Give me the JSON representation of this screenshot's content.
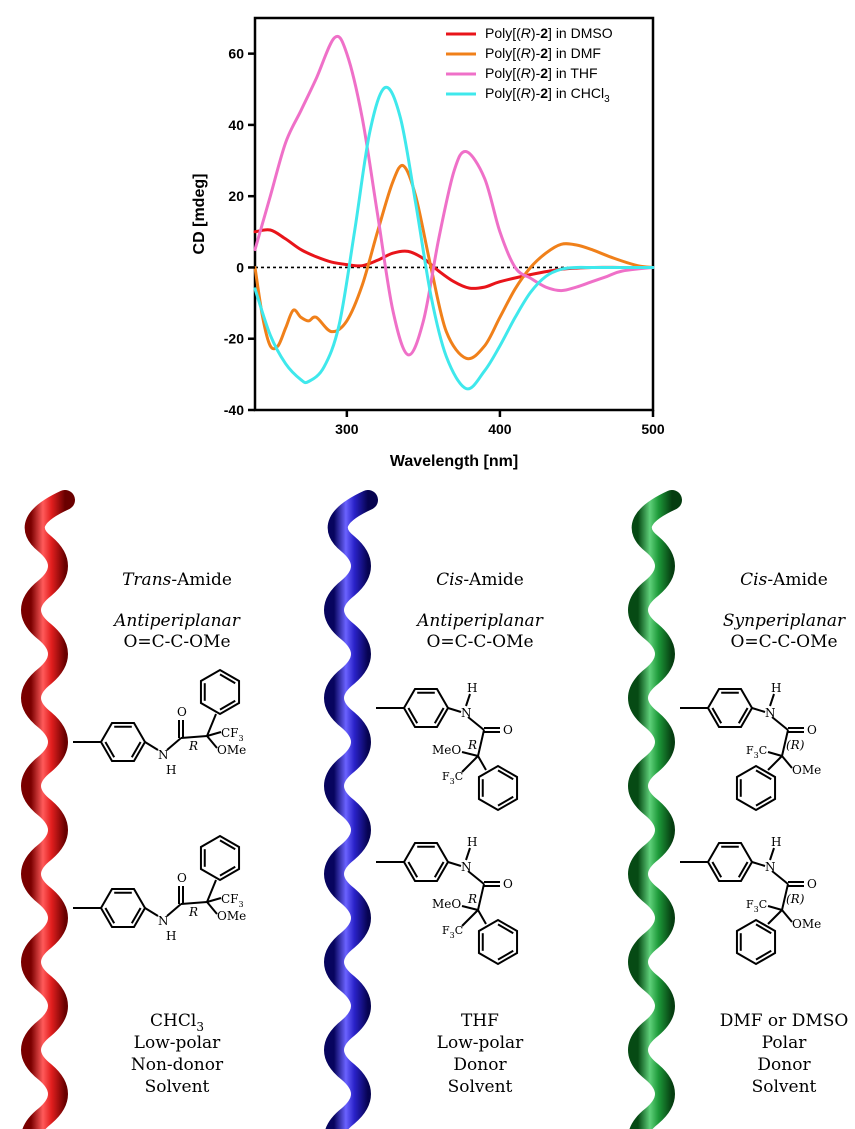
{
  "chart_data": {
    "type": "line",
    "title": "",
    "xlabel": "Wavelength [nm]",
    "ylabel": "CD [mdeg]",
    "xlim": [
      240,
      500
    ],
    "ylim": [
      -40,
      70
    ],
    "xticks": [
      300,
      400,
      500
    ],
    "yticks": [
      -40,
      -20,
      0,
      20,
      40,
      60
    ],
    "xtick_labels": [
      "300",
      "400",
      "500"
    ],
    "ytick_labels": [
      "-40",
      "-20",
      "0",
      "20",
      "40",
      "60"
    ],
    "grid": false,
    "legend_position": "top-right",
    "zero_line": "dotted",
    "series": [
      {
        "name": "DMSO",
        "label_parts": [
          "Poly[(",
          "R",
          ")-",
          "2",
          "] in DMSO"
        ],
        "color": "#e8141a",
        "x": [
          240,
          250,
          260,
          270,
          280,
          290,
          300,
          310,
          320,
          330,
          340,
          350,
          360,
          370,
          380,
          390,
          400,
          420,
          440,
          460,
          480,
          500
        ],
        "y": [
          10,
          10.5,
          8,
          5,
          3,
          1.5,
          0.8,
          0.5,
          2,
          4,
          4.5,
          2.5,
          -1,
          -4,
          -5.8,
          -5.5,
          -4,
          -2,
          -0.5,
          0,
          0,
          0
        ]
      },
      {
        "name": "DMF",
        "label_parts": [
          "Poly[(",
          "R",
          ")-",
          "2",
          "] in DMF"
        ],
        "color": "#f0801a",
        "x": [
          240,
          245,
          250,
          255,
          260,
          265,
          270,
          275,
          280,
          290,
          300,
          310,
          320,
          330,
          337,
          345,
          355,
          365,
          378,
          390,
          400,
          410,
          420,
          430,
          440,
          450,
          460,
          475,
          490,
          500
        ],
        "y": [
          0,
          -14,
          -22,
          -22,
          -17,
          -12,
          -14,
          -15,
          -14,
          -18,
          -15,
          -5,
          10,
          24,
          28.5,
          20,
          0,
          -18,
          -25.5,
          -22,
          -14,
          -6,
          0,
          4,
          6.5,
          6.3,
          5,
          2.5,
          0.5,
          0
        ]
      },
      {
        "name": "THF",
        "label_parts": [
          "Poly[(",
          "R",
          ")-",
          "2",
          "] in THF"
        ],
        "color": "#ef70c8",
        "x": [
          240,
          250,
          260,
          270,
          280,
          292,
          300,
          310,
          320,
          330,
          340,
          350,
          360,
          370,
          378,
          390,
          400,
          410,
          420,
          430,
          440,
          450,
          460,
          470,
          480,
          500
        ],
        "y": [
          5,
          20,
          35,
          44,
          53,
          64.5,
          60,
          42,
          15,
          -12,
          -24.5,
          -15,
          8,
          27,
          32.5,
          25,
          10,
          0,
          -3,
          -5.5,
          -6.5,
          -5.5,
          -4,
          -2.5,
          -1,
          0
        ]
      },
      {
        "name": "CHCl3",
        "label_parts": [
          "Poly[(",
          "R",
          ")-",
          "2",
          "] in CHCl"
        ],
        "label_sub": "3",
        "color": "#3fe8ec",
        "x": [
          240,
          250,
          260,
          270,
          275,
          285,
          295,
          305,
          315,
          325,
          335,
          345,
          355,
          365,
          378,
          390,
          400,
          410,
          420,
          430,
          440,
          450,
          460,
          500
        ],
        "y": [
          -6,
          -19,
          -27,
          -31.5,
          -32,
          -28,
          -16,
          10,
          38,
          50.5,
          42,
          18,
          -8,
          -25,
          -34,
          -29,
          -22,
          -14,
          -7,
          -2.5,
          -0.5,
          0,
          0,
          0
        ]
      }
    ]
  },
  "panels": [
    {
      "helix_color": "#e21f1f",
      "amide": [
        "Trans",
        "-Amide"
      ],
      "conformation": "Antiperiplanar",
      "bond": "O=C-C-OMe",
      "solvent_lines": [
        "CHCl",
        "Low-polar",
        "Non-donor",
        "Solvent"
      ],
      "solvent_sub": "3",
      "labels": {
        "o": "O",
        "n": "N",
        "h": "H",
        "r": "R",
        "cf3": "CF",
        "sub3": "3",
        "ome": "OMe"
      }
    },
    {
      "helix_color": "#2a22c9",
      "amide": [
        "Cis",
        "-Amide"
      ],
      "conformation": "Antiperiplanar",
      "bond": "O=C-C-OMe",
      "solvent_lines": [
        "THF",
        "Low-polar",
        "Donor",
        "Solvent"
      ],
      "labels": {
        "o": "O",
        "n": "N",
        "h": "H",
        "r": "R",
        "f3c": "F",
        "sub3": "3",
        "c": "C",
        "meo": "MeO"
      }
    },
    {
      "helix_color": "#1e9a3a",
      "amide": [
        "Cis",
        "-Amide"
      ],
      "conformation": "Synperiplanar",
      "bond": "O=C-C-OMe",
      "solvent_lines": [
        "DMF or DMSO",
        "Polar",
        "Donor",
        "Solvent"
      ],
      "labels": {
        "o": "O",
        "n": "N",
        "h": "H",
        "r": "(R)",
        "f3c": "F",
        "sub3": "3",
        "c": "C",
        "ome": "OMe"
      }
    }
  ]
}
